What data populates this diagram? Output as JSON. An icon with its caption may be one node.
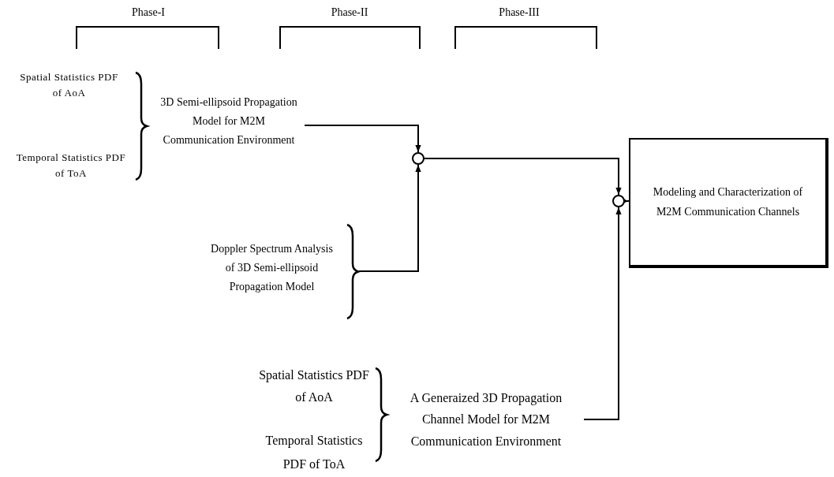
{
  "diagram": {
    "nodes": [
      {
        "text": [
          "3D Semi-ellipsoid Propagation Model for M2M Communication Environment"
        ]
      },
      {
        "text": [
          "Doppler Spectrum Analysis of 3D Semi-ellipsoid Propagation Model"
        ]
      },
      {
        "text": [],
        "shape": "circle"
      },
      {
        "text": [
          "A Generaized 3D Propagation Channel Model for M2M Communication Environment"
        ]
      },
      {
        "text": [],
        "shape": "circle"
      },
      {
        "text": [
          "Modeling and Characterization of M2M Communication Channels"
        ]
      }
    ],
    "edges": [
      {
        "from": 0,
        "to": 2,
        "arrow": "to"
      },
      {
        "from": 1,
        "to": 2,
        "arrow": "to"
      },
      {
        "from": 2,
        "to": 4,
        "arrow": "to"
      },
      {
        "from": 3,
        "to": 4,
        "arrow": "to"
      },
      {
        "from": 4,
        "to": 5,
        "arrow": "to"
      }
    ],
    "labels": [
      "Phase-I",
      "Phase-II",
      "Phase-III",
      "Spatial Statistics PDF of AoA",
      "Temporal Statistics PDF of ToA",
      "Spatial Statistics PDF of AoA",
      "Temporal Statistics PDF of ToA"
    ]
  }
}
